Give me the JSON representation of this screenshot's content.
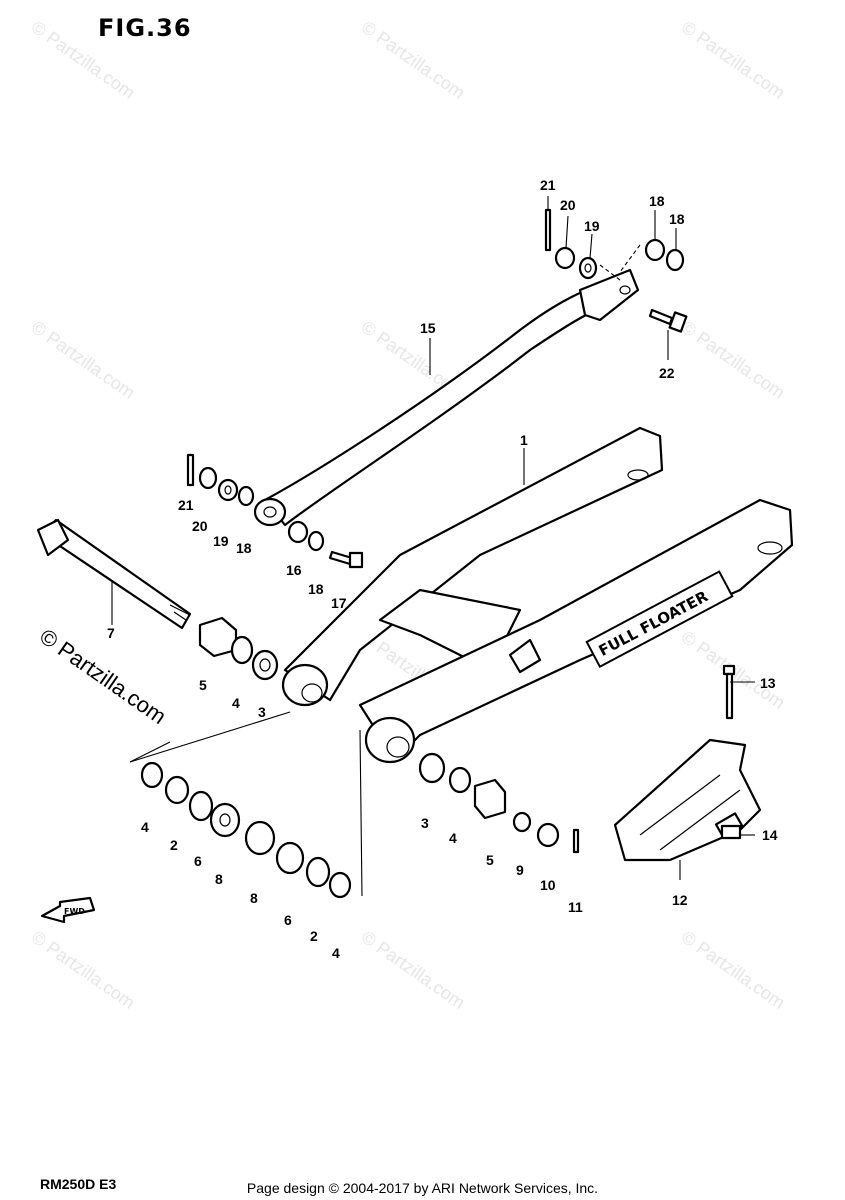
{
  "figure": {
    "title": "FIG.36"
  },
  "model": "RM250D  E3",
  "footer": "Page design © 2004-2017 by ARI Network Services, Inc.",
  "logo_text": "FULL FLOATER",
  "arrow_text": "FWD",
  "watermark": {
    "text": "© Partzilla.com",
    "color": "#e6e6e6"
  },
  "callouts": [
    {
      "id": "c21a",
      "text": "21"
    },
    {
      "id": "c20a",
      "text": "20"
    },
    {
      "id": "c19a",
      "text": "19"
    },
    {
      "id": "c18a",
      "text": "18"
    },
    {
      "id": "c18b",
      "text": "18"
    },
    {
      "id": "c22",
      "text": "22"
    },
    {
      "id": "c15",
      "text": "15"
    },
    {
      "id": "c1",
      "text": "1"
    },
    {
      "id": "c21b",
      "text": "21"
    },
    {
      "id": "c20b",
      "text": "20"
    },
    {
      "id": "c19b",
      "text": "19"
    },
    {
      "id": "c18c",
      "text": "18"
    },
    {
      "id": "c16",
      "text": "16"
    },
    {
      "id": "c18d",
      "text": "18"
    },
    {
      "id": "c17",
      "text": "17"
    },
    {
      "id": "c7",
      "text": "7"
    },
    {
      "id": "c5a",
      "text": "5"
    },
    {
      "id": "c4a",
      "text": "4"
    },
    {
      "id": "c3a",
      "text": "3"
    },
    {
      "id": "c13",
      "text": "13"
    },
    {
      "id": "c4b",
      "text": "4"
    },
    {
      "id": "c2a",
      "text": "2"
    },
    {
      "id": "c6a",
      "text": "6"
    },
    {
      "id": "c8a",
      "text": "8"
    },
    {
      "id": "c8b",
      "text": "8"
    },
    {
      "id": "c6b",
      "text": "6"
    },
    {
      "id": "c2b",
      "text": "2"
    },
    {
      "id": "c4c",
      "text": "4"
    },
    {
      "id": "c3b",
      "text": "3"
    },
    {
      "id": "c4d",
      "text": "4"
    },
    {
      "id": "c5b",
      "text": "5"
    },
    {
      "id": "c9",
      "text": "9"
    },
    {
      "id": "c10",
      "text": "10"
    },
    {
      "id": "c11",
      "text": "11"
    },
    {
      "id": "c14",
      "text": "14"
    },
    {
      "id": "c12",
      "text": "12"
    }
  ]
}
